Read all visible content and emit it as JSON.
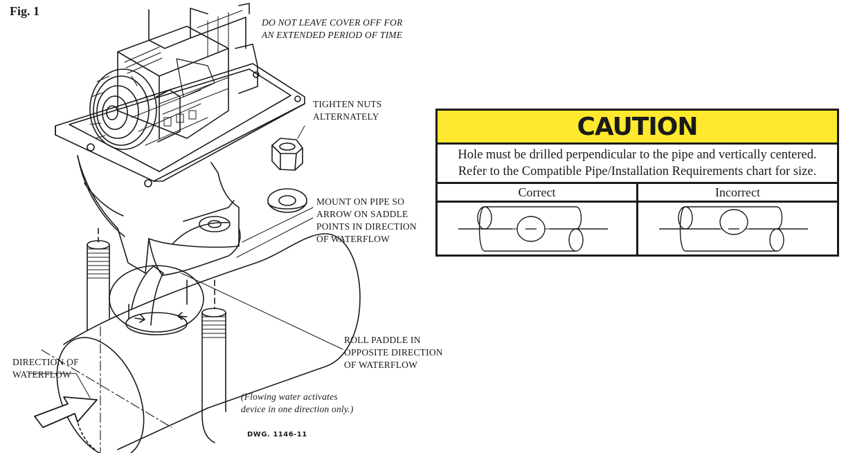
{
  "figure_label": "Fig. 1",
  "callouts": {
    "cover_warning": [
      "DO NOT LEAVE COVER OFF FOR",
      "AN EXTENDED PERIOD OF TIME"
    ],
    "tighten_nuts": [
      "TIGHTEN NUTS",
      "ALTERNATELY"
    ],
    "mount_on_pipe": [
      "MOUNT ON PIPE SO",
      "ARROW ON SADDLE",
      "POINTS IN DIRECTION",
      "OF WATERFLOW"
    ],
    "roll_paddle": [
      "ROLL PADDLE IN",
      "OPPOSITE DIRECTION",
      "OF WATERFLOW"
    ],
    "direction_of_waterflow": [
      "DIRECTION OF",
      "WATERFLOW"
    ],
    "flowing_water_note": [
      "(Flowing water activates",
      "device in one direction only.)"
    ]
  },
  "drawing_number": "DWG. 1146-11",
  "caution": {
    "heading": "CAUTION",
    "body_lines": [
      "Hole must be drilled perpendicular to the pipe and vertically centered.",
      "Refer to the Compatible Pipe/Installation Requirements chart for size."
    ],
    "columns": [
      "Correct",
      "Incorrect"
    ],
    "colors": {
      "header_bg": "#ffe92e",
      "border": "#1a1a1a"
    }
  }
}
